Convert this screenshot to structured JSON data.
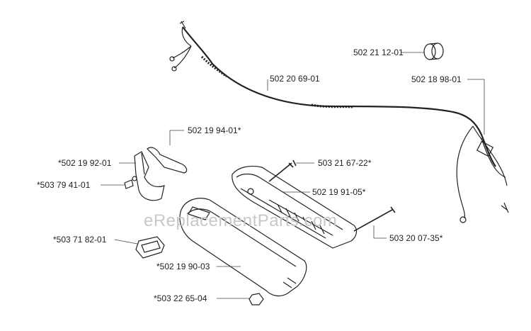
{
  "watermark": "eReplacementParts.com",
  "labels": {
    "p1": "502 21 12-01",
    "p2": "502 20 69-01",
    "p3": "502 18 98-01",
    "p4": "502 19 94-01*",
    "p5": "*502 19 92-01",
    "p6": "503 21 67-22*",
    "p7": "*503 79 41-01",
    "p8": "502 19 91-05*",
    "p9": "503 20 07-35*",
    "p10": "*503 71 82-01",
    "p11": "*502 19 90-03",
    "p12": "*503 22 65-04"
  }
}
